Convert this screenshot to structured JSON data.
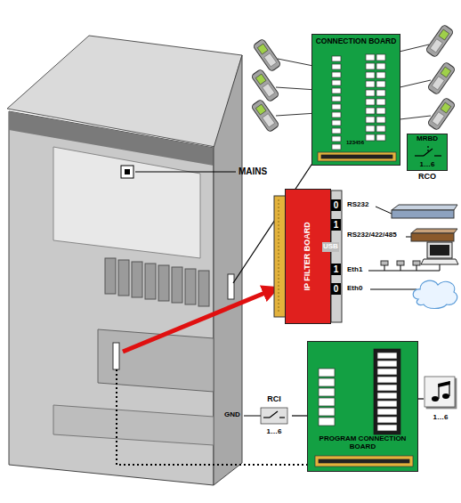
{
  "diagram": {
    "nodes": [
      {
        "text": [
          "CONNECTION BOARD"
        ]
      },
      {
        "text": [
          "MRBD",
          "1…6",
          "RCO"
        ]
      },
      {
        "text": [
          "IP FILTER BOARD"
        ]
      },
      {
        "text": [
          "PROGRAM CONNECTION BOARD"
        ]
      },
      {
        "text": [
          "RCI",
          "1…6"
        ]
      },
      {
        "text": [
          "1…6"
        ]
      }
    ],
    "edges": [
      {
        "from": 4,
        "to": 3,
        "arrow": "none"
      },
      {
        "from": 5,
        "to": 3,
        "arrow": "none"
      }
    ],
    "labels": [
      "MAINS",
      "123456",
      "0",
      "1",
      "USB",
      "1",
      "0",
      "RS232",
      "RS232/422/485",
      "Eth1",
      "Eth0",
      "GND"
    ]
  }
}
